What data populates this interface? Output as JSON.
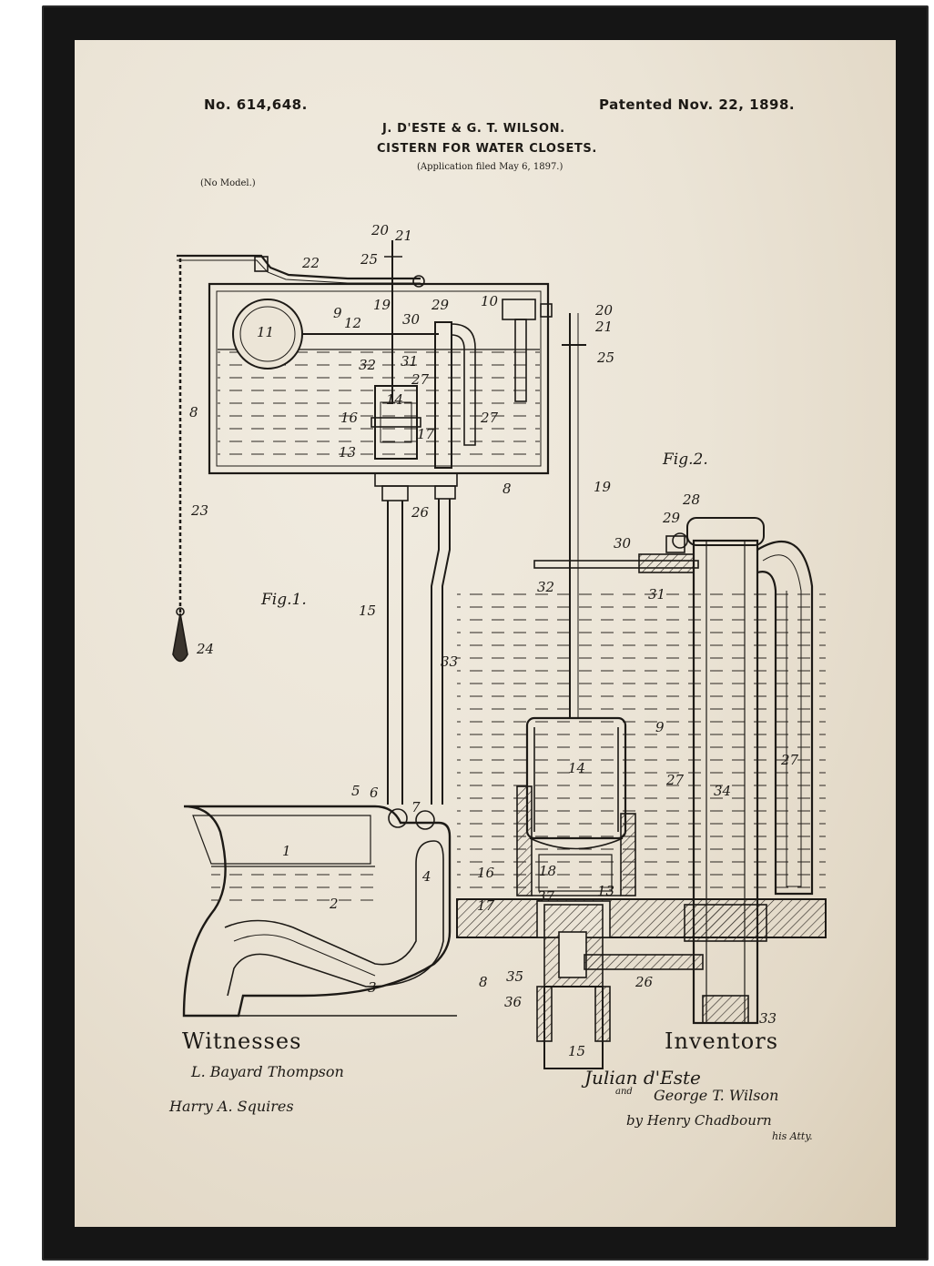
{
  "header": {
    "patent_number": "No. 614,648.",
    "patent_date": "Patented Nov. 22, 1898.",
    "inventors_title": "J. D'ESTE & G. T. WILSON.",
    "invention_title": "CISTERN FOR WATER CLOSETS.",
    "application_note": "(Application filed May 6, 1897.)",
    "model_note": "(No Model.)"
  },
  "figures": {
    "fig1_label": "Fig.1.",
    "fig2_label": "Fig.2."
  },
  "fig1_labels": {
    "l20": "20",
    "l21": "21",
    "l22": "22",
    "l25": "25",
    "l11": "11",
    "l9": "9",
    "l12": "12",
    "l19": "19",
    "l29": "29",
    "l10": "10",
    "l30": "30",
    "l31": "31",
    "l32": "32",
    "l27a": "27",
    "l27b": "27",
    "l14": "14",
    "l16": "16",
    "l17": "17",
    "l13": "13",
    "l8a": "8",
    "l8b": "8",
    "l26": "26",
    "l23": "23",
    "l24": "24",
    "l15": "15",
    "l33": "33",
    "l5": "5",
    "l6": "6",
    "l7": "7",
    "l1": "1",
    "l2": "2",
    "l3": "3",
    "l4": "4"
  },
  "fig2_labels": {
    "l20": "20",
    "l21": "21",
    "l25": "25",
    "l19": "19",
    "l28": "28",
    "l29": "29",
    "l30": "30",
    "l32": "32",
    "l31": "31",
    "l9": "9",
    "l14": "14",
    "l27a": "27",
    "l34": "34",
    "l27b": "27",
    "l16": "16",
    "l18": "18",
    "l17": "17",
    "l37": "37",
    "l13": "13",
    "l8": "8",
    "l35": "35",
    "l26": "26",
    "l36": "36",
    "l15": "15",
    "l33": "33"
  },
  "footer": {
    "witnesses_heading": "Witnesses",
    "witness_1": "L. Bayard Thompson",
    "witness_2": "Harry A. Squires",
    "inventors_heading": "Inventors",
    "inventor_1": "Julian d'Este",
    "and_word": "and",
    "inventor_2": "George T. Wilson",
    "attorney": "by Henry Chadbourn",
    "attorney_suffix": "his Atty."
  },
  "colors": {
    "frame": "#151515",
    "paper": "#ebe4d6",
    "ink": "#1d1a16"
  }
}
